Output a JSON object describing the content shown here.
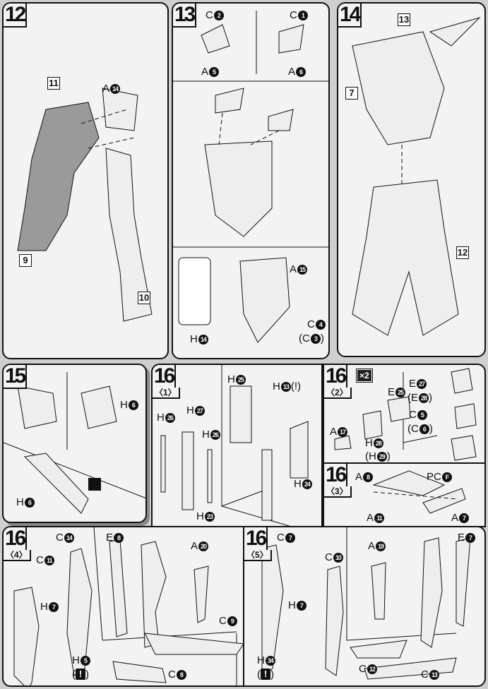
{
  "panels": {
    "p12": {
      "step": "12",
      "callouts": [
        "11",
        "9",
        "10"
      ],
      "labels": [
        {
          "pre": "",
          "l": "A",
          "n": "14",
          "post": ""
        }
      ]
    },
    "p13": {
      "step": "13",
      "callouts": [],
      "labels": [
        {
          "pre": "",
          "l": "C",
          "n": "2",
          "post": ""
        },
        {
          "pre": "",
          "l": "C",
          "n": "1",
          "post": ""
        },
        {
          "pre": "",
          "l": "A",
          "n": "5",
          "post": ""
        },
        {
          "pre": "",
          "l": "A",
          "n": "6",
          "post": ""
        },
        {
          "pre": "",
          "l": "A",
          "n": "15",
          "post": ""
        },
        {
          "pre": "",
          "l": "C",
          "n": "4",
          "post": ""
        },
        {
          "pre": "(",
          "l": "C",
          "n": "3",
          "post": ")"
        },
        {
          "pre": "",
          "l": "H",
          "n": "14",
          "post": ""
        }
      ]
    },
    "p14": {
      "step": "14",
      "callouts": [
        "13",
        "7",
        "12"
      ],
      "labels": []
    },
    "p15": {
      "step": "15",
      "callouts": [],
      "labels": [
        {
          "pre": "",
          "l": "H",
          "n": "6",
          "post": ""
        },
        {
          "pre": "",
          "l": "H",
          "n": "6",
          "post": ""
        }
      ]
    },
    "p16a": {
      "step": "16",
      "sub": "〈1〉",
      "callouts": [],
      "labels": [
        {
          "pre": "",
          "l": "H",
          "n": "26",
          "post": ""
        },
        {
          "pre": "",
          "l": "H",
          "n": "27",
          "post": ""
        },
        {
          "pre": "",
          "l": "H",
          "n": "26",
          "post": ""
        },
        {
          "pre": "",
          "l": "H",
          "n": "23",
          "post": ""
        },
        {
          "pre": "",
          "l": "H",
          "n": "25",
          "post": ""
        },
        {
          "pre": "",
          "l": "H",
          "n": "13",
          "post": "(!)"
        },
        {
          "pre": "",
          "l": "H",
          "n": "24",
          "post": ""
        }
      ]
    },
    "p16b": {
      "step": "16",
      "sub": "〈2〉",
      "badge": "×2",
      "callouts": [],
      "labels": [
        {
          "pre": "",
          "l": "E",
          "n": "25",
          "post": ""
        },
        {
          "pre": "",
          "l": "A",
          "n": "17",
          "post": ""
        },
        {
          "pre": "",
          "l": "H",
          "n": "28",
          "post": ""
        },
        {
          "pre": "(",
          "l": "H",
          "n": "29",
          "post": ")"
        },
        {
          "pre": "",
          "l": "E",
          "n": "27",
          "post": ""
        },
        {
          "pre": "(",
          "l": "E",
          "n": "28",
          "post": ")"
        },
        {
          "pre": "",
          "l": "C",
          "n": "5",
          "post": ""
        },
        {
          "pre": "(",
          "l": "C",
          "n": "6",
          "post": ")"
        }
      ]
    },
    "p16c": {
      "step": "16",
      "sub": "〈3〉",
      "callouts": [],
      "labels": [
        {
          "pre": "",
          "l": "A",
          "n": "8",
          "post": ""
        },
        {
          "pre": "",
          "l": "PC",
          "n": "F",
          "post": ""
        },
        {
          "pre": "",
          "l": "A",
          "n": "7",
          "post": ""
        },
        {
          "pre": "",
          "l": "A",
          "n": "11",
          "post": ""
        }
      ]
    },
    "p16d": {
      "step": "16",
      "sub": "〈4〉",
      "callouts": [],
      "labels": [
        {
          "pre": "",
          "l": "C",
          "n": "14",
          "post": ""
        },
        {
          "pre": "",
          "l": "C",
          "n": "11",
          "post": ""
        },
        {
          "pre": "",
          "l": "H",
          "n": "7",
          "post": ""
        },
        {
          "pre": "",
          "l": "H",
          "n": "5",
          "post": ""
        },
        {
          "pre": "(",
          "l": "",
          "n": "!",
          "post": ")"
        },
        {
          "pre": "",
          "l": "E",
          "n": "8",
          "post": ""
        },
        {
          "pre": "",
          "l": "A",
          "n": "20",
          "post": ""
        },
        {
          "pre": "",
          "l": "C",
          "n": "9",
          "post": ""
        },
        {
          "pre": "",
          "l": "C",
          "n": "8",
          "post": ""
        }
      ]
    },
    "p16e": {
      "step": "16",
      "sub": "〈5〉",
      "callouts": [],
      "labels": [
        {
          "pre": "",
          "l": "C",
          "n": "7",
          "post": ""
        },
        {
          "pre": "",
          "l": "C",
          "n": "10",
          "post": ""
        },
        {
          "pre": "",
          "l": "H",
          "n": "7",
          "post": ""
        },
        {
          "pre": "",
          "l": "H",
          "n": "34",
          "post": ""
        },
        {
          "pre": "(",
          "l": "",
          "n": "!",
          "post": ")"
        },
        {
          "pre": "",
          "l": "A",
          "n": "19",
          "post": ""
        },
        {
          "pre": "",
          "l": "E",
          "n": "7",
          "post": ""
        },
        {
          "pre": "",
          "l": "C",
          "n": "12",
          "post": ""
        },
        {
          "pre": "",
          "l": "C",
          "n": "13",
          "post": ""
        }
      ]
    }
  }
}
